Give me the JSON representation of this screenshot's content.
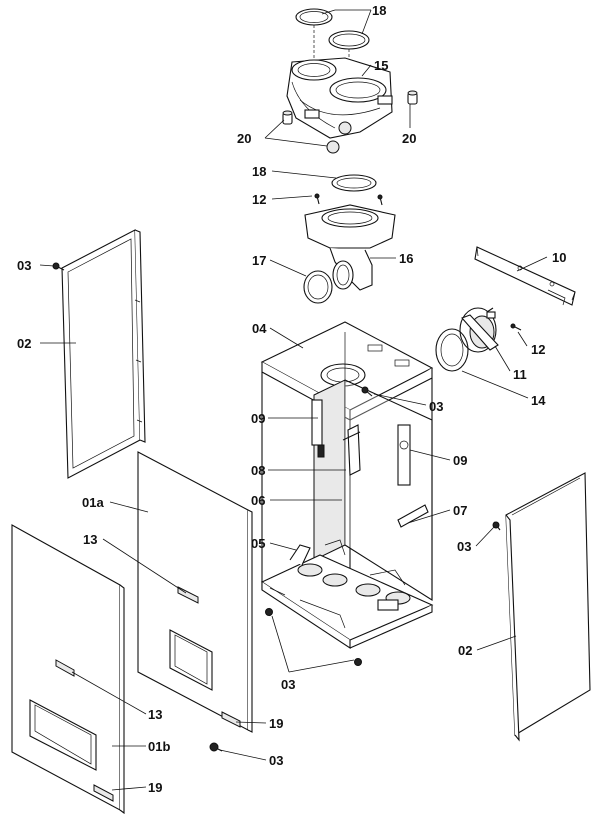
{
  "callouts": [
    {
      "key": "c18a",
      "text": "18"
    },
    {
      "key": "c15",
      "text": "15"
    },
    {
      "key": "c20a",
      "text": "20"
    },
    {
      "key": "c20b",
      "text": "20"
    },
    {
      "key": "c18b",
      "text": "18"
    },
    {
      "key": "c12a",
      "text": "12"
    },
    {
      "key": "c17",
      "text": "17"
    },
    {
      "key": "c16",
      "text": "16"
    },
    {
      "key": "c10",
      "text": "10"
    },
    {
      "key": "c03a",
      "text": "03"
    },
    {
      "key": "c02a",
      "text": "02"
    },
    {
      "key": "c04",
      "text": "04"
    },
    {
      "key": "c12b",
      "text": "12"
    },
    {
      "key": "c11",
      "text": "11"
    },
    {
      "key": "c14",
      "text": "14"
    },
    {
      "key": "c03b",
      "text": "03"
    },
    {
      "key": "c09a",
      "text": "09"
    },
    {
      "key": "c09b",
      "text": "09"
    },
    {
      "key": "c08",
      "text": "08"
    },
    {
      "key": "c01a",
      "text": "01a"
    },
    {
      "key": "c06",
      "text": "06"
    },
    {
      "key": "c07",
      "text": "07"
    },
    {
      "key": "c13a",
      "text": "13"
    },
    {
      "key": "c05",
      "text": "05"
    },
    {
      "key": "c03c",
      "text": "03"
    },
    {
      "key": "c02b",
      "text": "02"
    },
    {
      "key": "c03d",
      "text": "03"
    },
    {
      "key": "c13b",
      "text": "13"
    },
    {
      "key": "c19a",
      "text": "19"
    },
    {
      "key": "c01b",
      "text": "01b"
    },
    {
      "key": "c03e",
      "text": "03"
    },
    {
      "key": "c19b",
      "text": "19"
    }
  ]
}
